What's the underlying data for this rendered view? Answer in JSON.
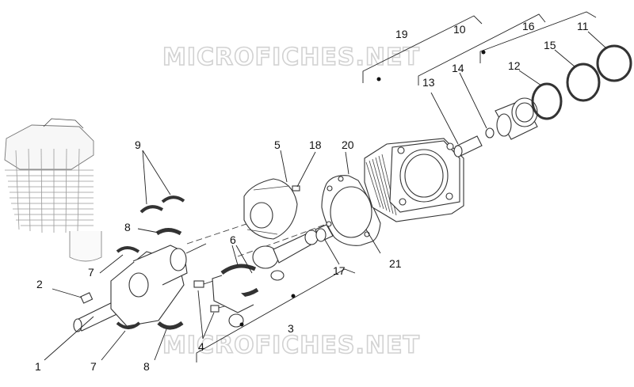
{
  "watermark": "MICROFICHES.NET",
  "callouts": [
    "1",
    "2",
    "3",
    "4",
    "5",
    "6",
    "7",
    "8",
    "9",
    "10",
    "11",
    "12",
    "13",
    "14",
    "15",
    "16",
    "17",
    "18",
    "19",
    "20",
    "21"
  ],
  "labels": {
    "l1": "1",
    "l2": "2",
    "l3": "3",
    "l4": "4",
    "l5": "5",
    "l6": "6",
    "l7a": "7",
    "l7b": "7",
    "l8a": "8",
    "l8b": "8",
    "l9": "9",
    "l10": "10",
    "l11": "11",
    "l12": "12",
    "l13": "13",
    "l14": "14",
    "l15": "15",
    "l16": "16",
    "l17": "17",
    "l18": "18",
    "l19": "19",
    "l20": "20",
    "l21": "21"
  }
}
